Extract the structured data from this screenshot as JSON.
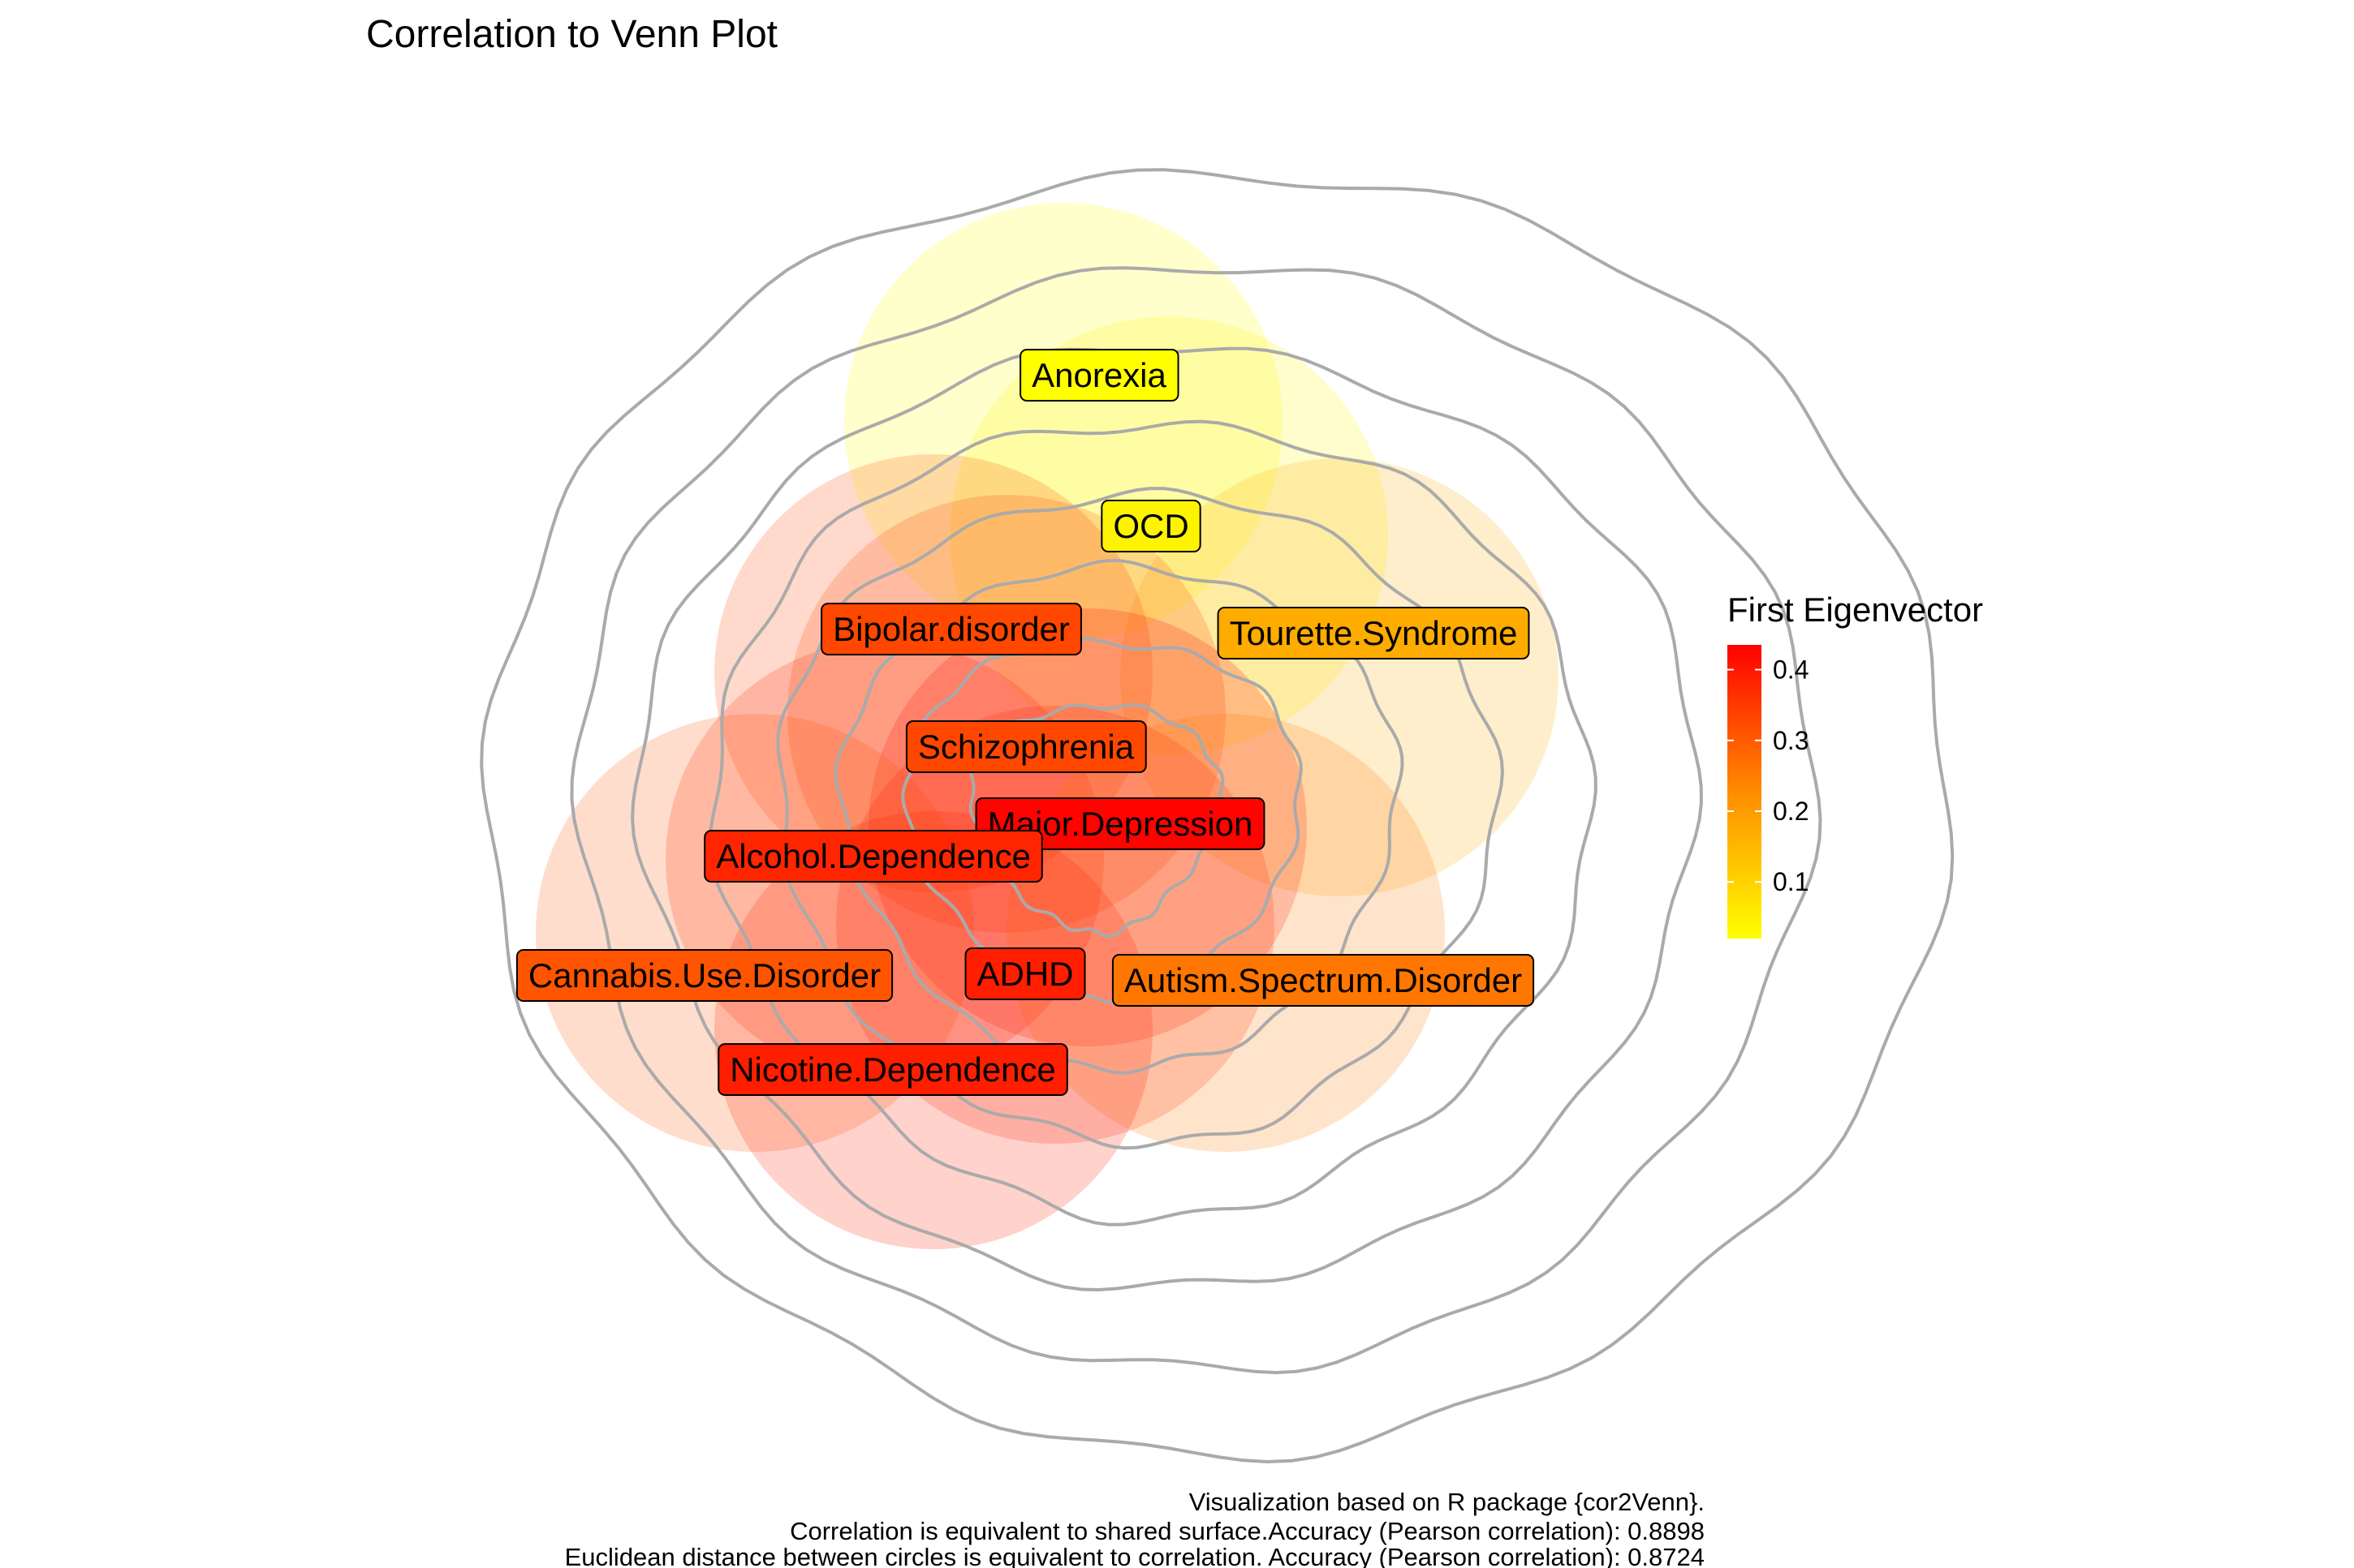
{
  "chart_data": {
    "type": "venn",
    "title": "Correlation to Venn Plot",
    "nodes": [
      {
        "name": "Anorexia",
        "value": 0.02
      },
      {
        "name": "OCD",
        "value": 0.04
      },
      {
        "name": "Tourette.Syndrome",
        "value": 0.17
      },
      {
        "name": "Bipolar.disorder",
        "value": 0.33
      },
      {
        "name": "Schizophrenia",
        "value": 0.33
      },
      {
        "name": "Major.Depression",
        "value": 0.43
      },
      {
        "name": "Alcohol.Dependence",
        "value": 0.38
      },
      {
        "name": "Cannabis.Use.Disorder",
        "value": 0.31
      },
      {
        "name": "ADHD",
        "value": 0.39
      },
      {
        "name": "Autism.Spectrum.Disorder",
        "value": 0.26
      },
      {
        "name": "Nicotine.Dependence",
        "value": 0.39
      }
    ],
    "legend": {
      "title": "First Eigenvector",
      "ticks": [
        "0.1",
        "0.2",
        "0.3",
        "0.4"
      ],
      "tick_values": [
        0.1,
        0.2,
        0.3,
        0.4
      ],
      "range": [
        0.02,
        0.435
      ],
      "color_low": "#FFFF00",
      "color_high": "#FF0000",
      "placement": "right"
    },
    "caption": [
      "Visualization based on R package {cor2Venn}.",
      "Correlation is equivalent to shared surface.Accuracy (Pearson correlation): 0.8898",
      "Euclidean distance between circles is equivalent to correlation. Accuracy (Pearson correlation): 0.8724"
    ],
    "contour_color": "#AAAAAA"
  }
}
